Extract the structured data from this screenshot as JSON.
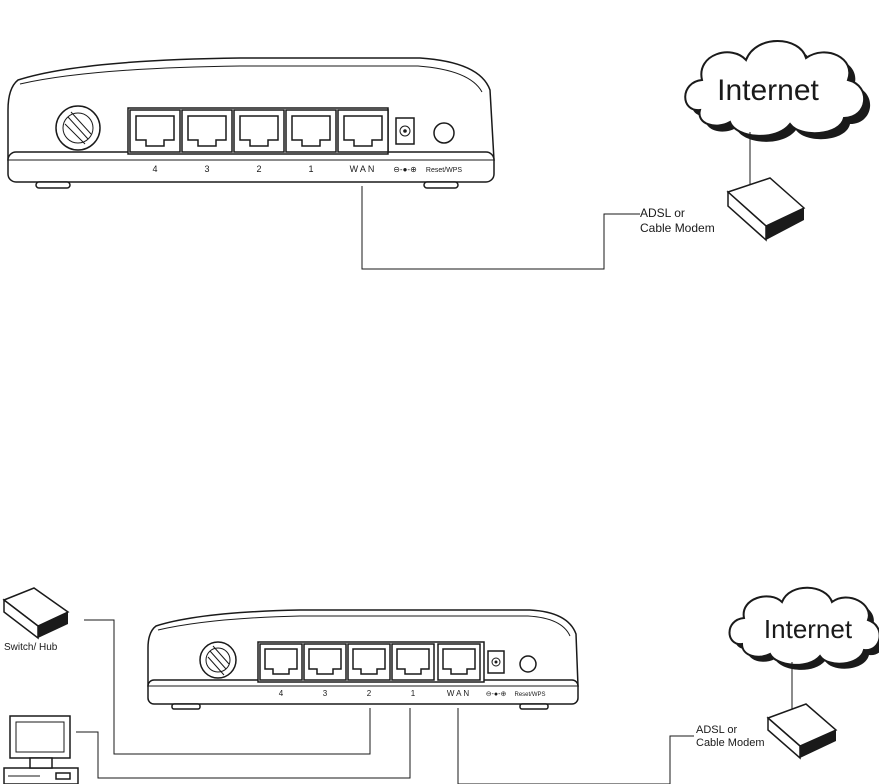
{
  "diagram_top": {
    "router": {
      "lan_port_labels": [
        "4",
        "3",
        "2",
        "1"
      ],
      "wan_label": "WAN",
      "power_symbol": "⊖-●-⊕",
      "reset_label": "Reset/WPS"
    },
    "cloud_label": "Internet",
    "modem_label_line1": "ADSL or",
    "modem_label_line2": "Cable Modem"
  },
  "diagram_bottom": {
    "router": {
      "lan_port_labels": [
        "4",
        "3",
        "2",
        "1"
      ],
      "wan_label": "WAN",
      "power_symbol": "⊖-●-⊕",
      "reset_label": "Reset/WPS"
    },
    "cloud_label": "Internet",
    "modem_label_line1": "ADSL or",
    "modem_label_line2": "Cable Modem",
    "switch_label": "Switch/ Hub"
  },
  "colors": {
    "ink": "#1a1a1a",
    "paper": "#ffffff"
  }
}
